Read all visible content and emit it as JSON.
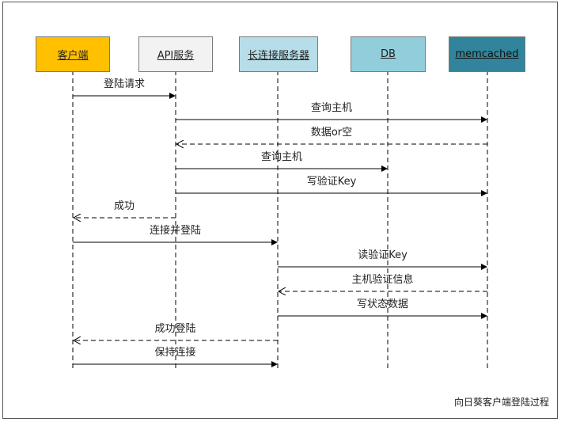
{
  "colors": {
    "client": "#ffc000",
    "api": "#f2f2f2",
    "longconn": "#b7dde8",
    "db": "#92cddc",
    "memcached": "#31849b",
    "memcached_text": "#111111",
    "line": "#000000"
  },
  "participants": {
    "client": {
      "label": "客户端"
    },
    "api": {
      "label": "API服务"
    },
    "longconn": {
      "label": "长连接服务器"
    },
    "db": {
      "label": "DB"
    },
    "memcached": {
      "label": "memcached"
    }
  },
  "messages": [
    {
      "from": "client",
      "to": "api",
      "label": "登陆请求",
      "style": "solid"
    },
    {
      "from": "api",
      "to": "memcached",
      "label": "查询主机",
      "style": "solid"
    },
    {
      "from": "memcached",
      "to": "api",
      "label": "数据or空",
      "style": "dashed"
    },
    {
      "from": "api",
      "to": "db",
      "label": "查询主机",
      "style": "solid"
    },
    {
      "from": "api",
      "to": "memcached",
      "label": "写验证Key",
      "style": "solid"
    },
    {
      "from": "api",
      "to": "client",
      "label": "成功",
      "style": "dashed"
    },
    {
      "from": "client",
      "to": "longconn",
      "label": "连接并登陆",
      "style": "solid"
    },
    {
      "from": "longconn",
      "to": "memcached",
      "label": "读验证Key",
      "style": "solid"
    },
    {
      "from": "memcached",
      "to": "longconn",
      "label": "主机验证信息",
      "style": "dashed"
    },
    {
      "from": "longconn",
      "to": "memcached",
      "label": "写状态数据",
      "style": "solid"
    },
    {
      "from": "longconn",
      "to": "client",
      "label": "成功登陆",
      "style": "dashed"
    },
    {
      "from": "client",
      "to": "longconn",
      "label": "保持连接",
      "style": "solid"
    }
  ],
  "caption": "向日葵客户端登陆过程"
}
